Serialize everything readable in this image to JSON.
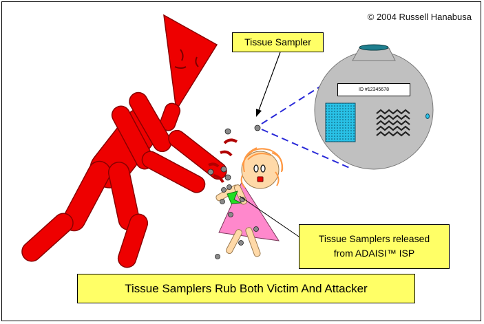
{
  "copyright": "© 2004 Russell Hanabusa",
  "callouts": {
    "tissue_sampler": "Tissue Sampler",
    "released_line1": "Tissue Samplers released",
    "released_line2": "from ADAISI™ ISP",
    "caption": "Tissue Samplers Rub Both Victim And Attacker"
  },
  "sampler_detail": {
    "id_label": "ID #12345678"
  },
  "colors": {
    "attacker": "#ee0000",
    "victim_dress": "#ff88cc",
    "victim_hair": "#ff9944",
    "skin": "#ffd9a8",
    "callout_fill": "#ffff66",
    "sampler_body": "#c0c0c0",
    "sampler_patch": "#29c1e6",
    "zoom_lines": "#2a2ad8"
  }
}
